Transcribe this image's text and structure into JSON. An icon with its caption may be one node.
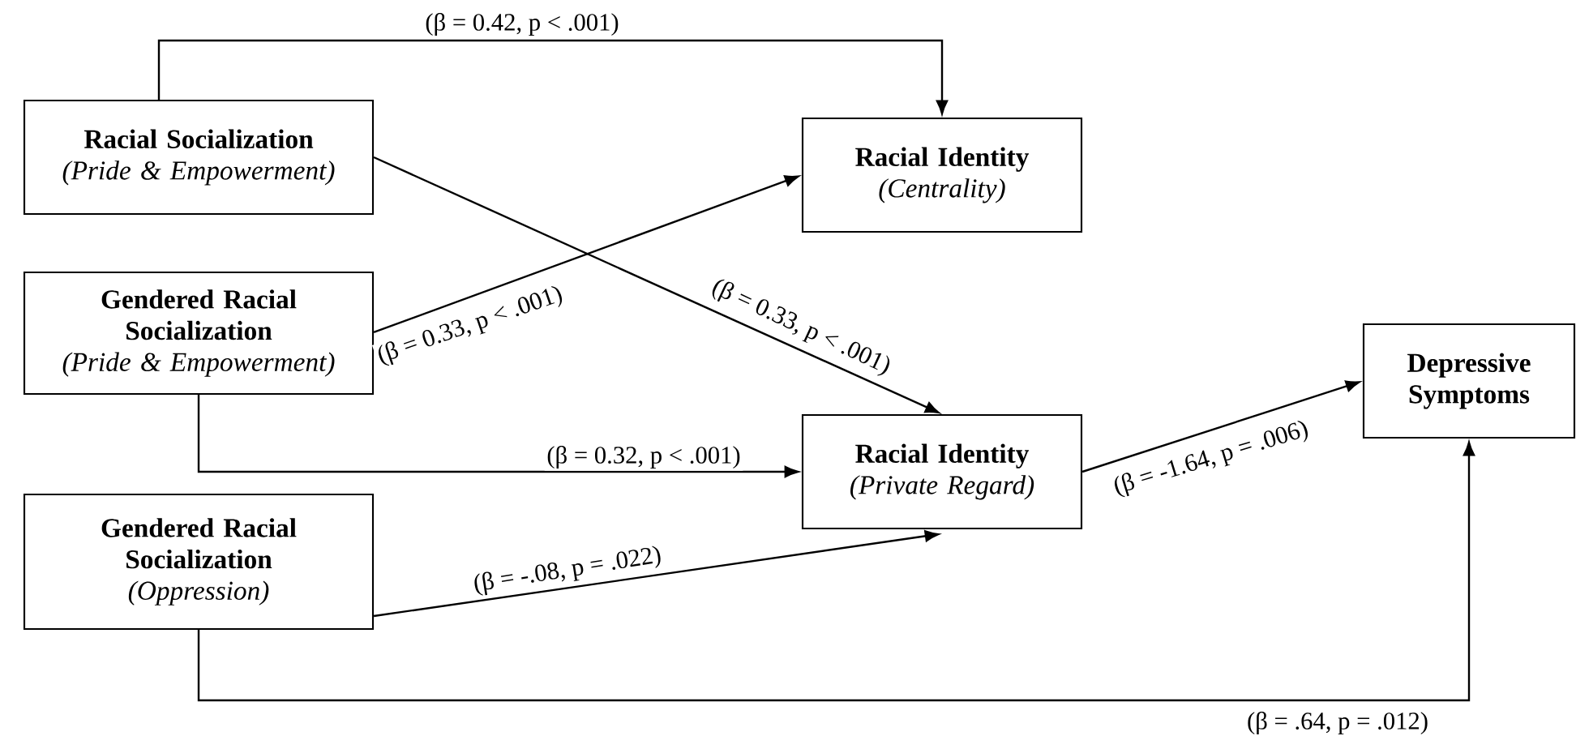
{
  "diagram": {
    "nodes": [
      {
        "text": [
          "Racial Socialization",
          "(Pride & Empowerment)"
        ]
      },
      {
        "text": [
          "Gendered Racial Socialization",
          "(Pride & Empowerment)"
        ]
      },
      {
        "text": [
          "Gendered Racial Socialization",
          "(Oppression)"
        ]
      },
      {
        "text": [
          "Racial Identity",
          "(Centrality)"
        ]
      },
      {
        "text": [
          "Racial Identity",
          "(Private Regard)"
        ]
      },
      {
        "text": [
          "Depressive Symptoms"
        ]
      }
    ],
    "edges": [
      {
        "from": 0,
        "to": 3,
        "arrow": "to",
        "label": "(β = 0.42, p < .001)"
      },
      {
        "from": 0,
        "to": 4,
        "arrow": "to",
        "label": "(β = 0.33, p < .001)"
      },
      {
        "from": 1,
        "to": 3,
        "arrow": "to",
        "label": "(β = 0.33, p < .001)"
      },
      {
        "from": 1,
        "to": 4,
        "arrow": "to",
        "label": "(β = 0.32, p < .001)"
      },
      {
        "from": 2,
        "to": 4,
        "arrow": "to",
        "label": "(β = -.08, p = .022)"
      },
      {
        "from": 4,
        "to": 5,
        "arrow": "to",
        "label": "(β = -1.64, p = .006)"
      },
      {
        "from": 2,
        "to": 5,
        "arrow": "to",
        "label": "(β = .64, p = .012)"
      }
    ]
  }
}
